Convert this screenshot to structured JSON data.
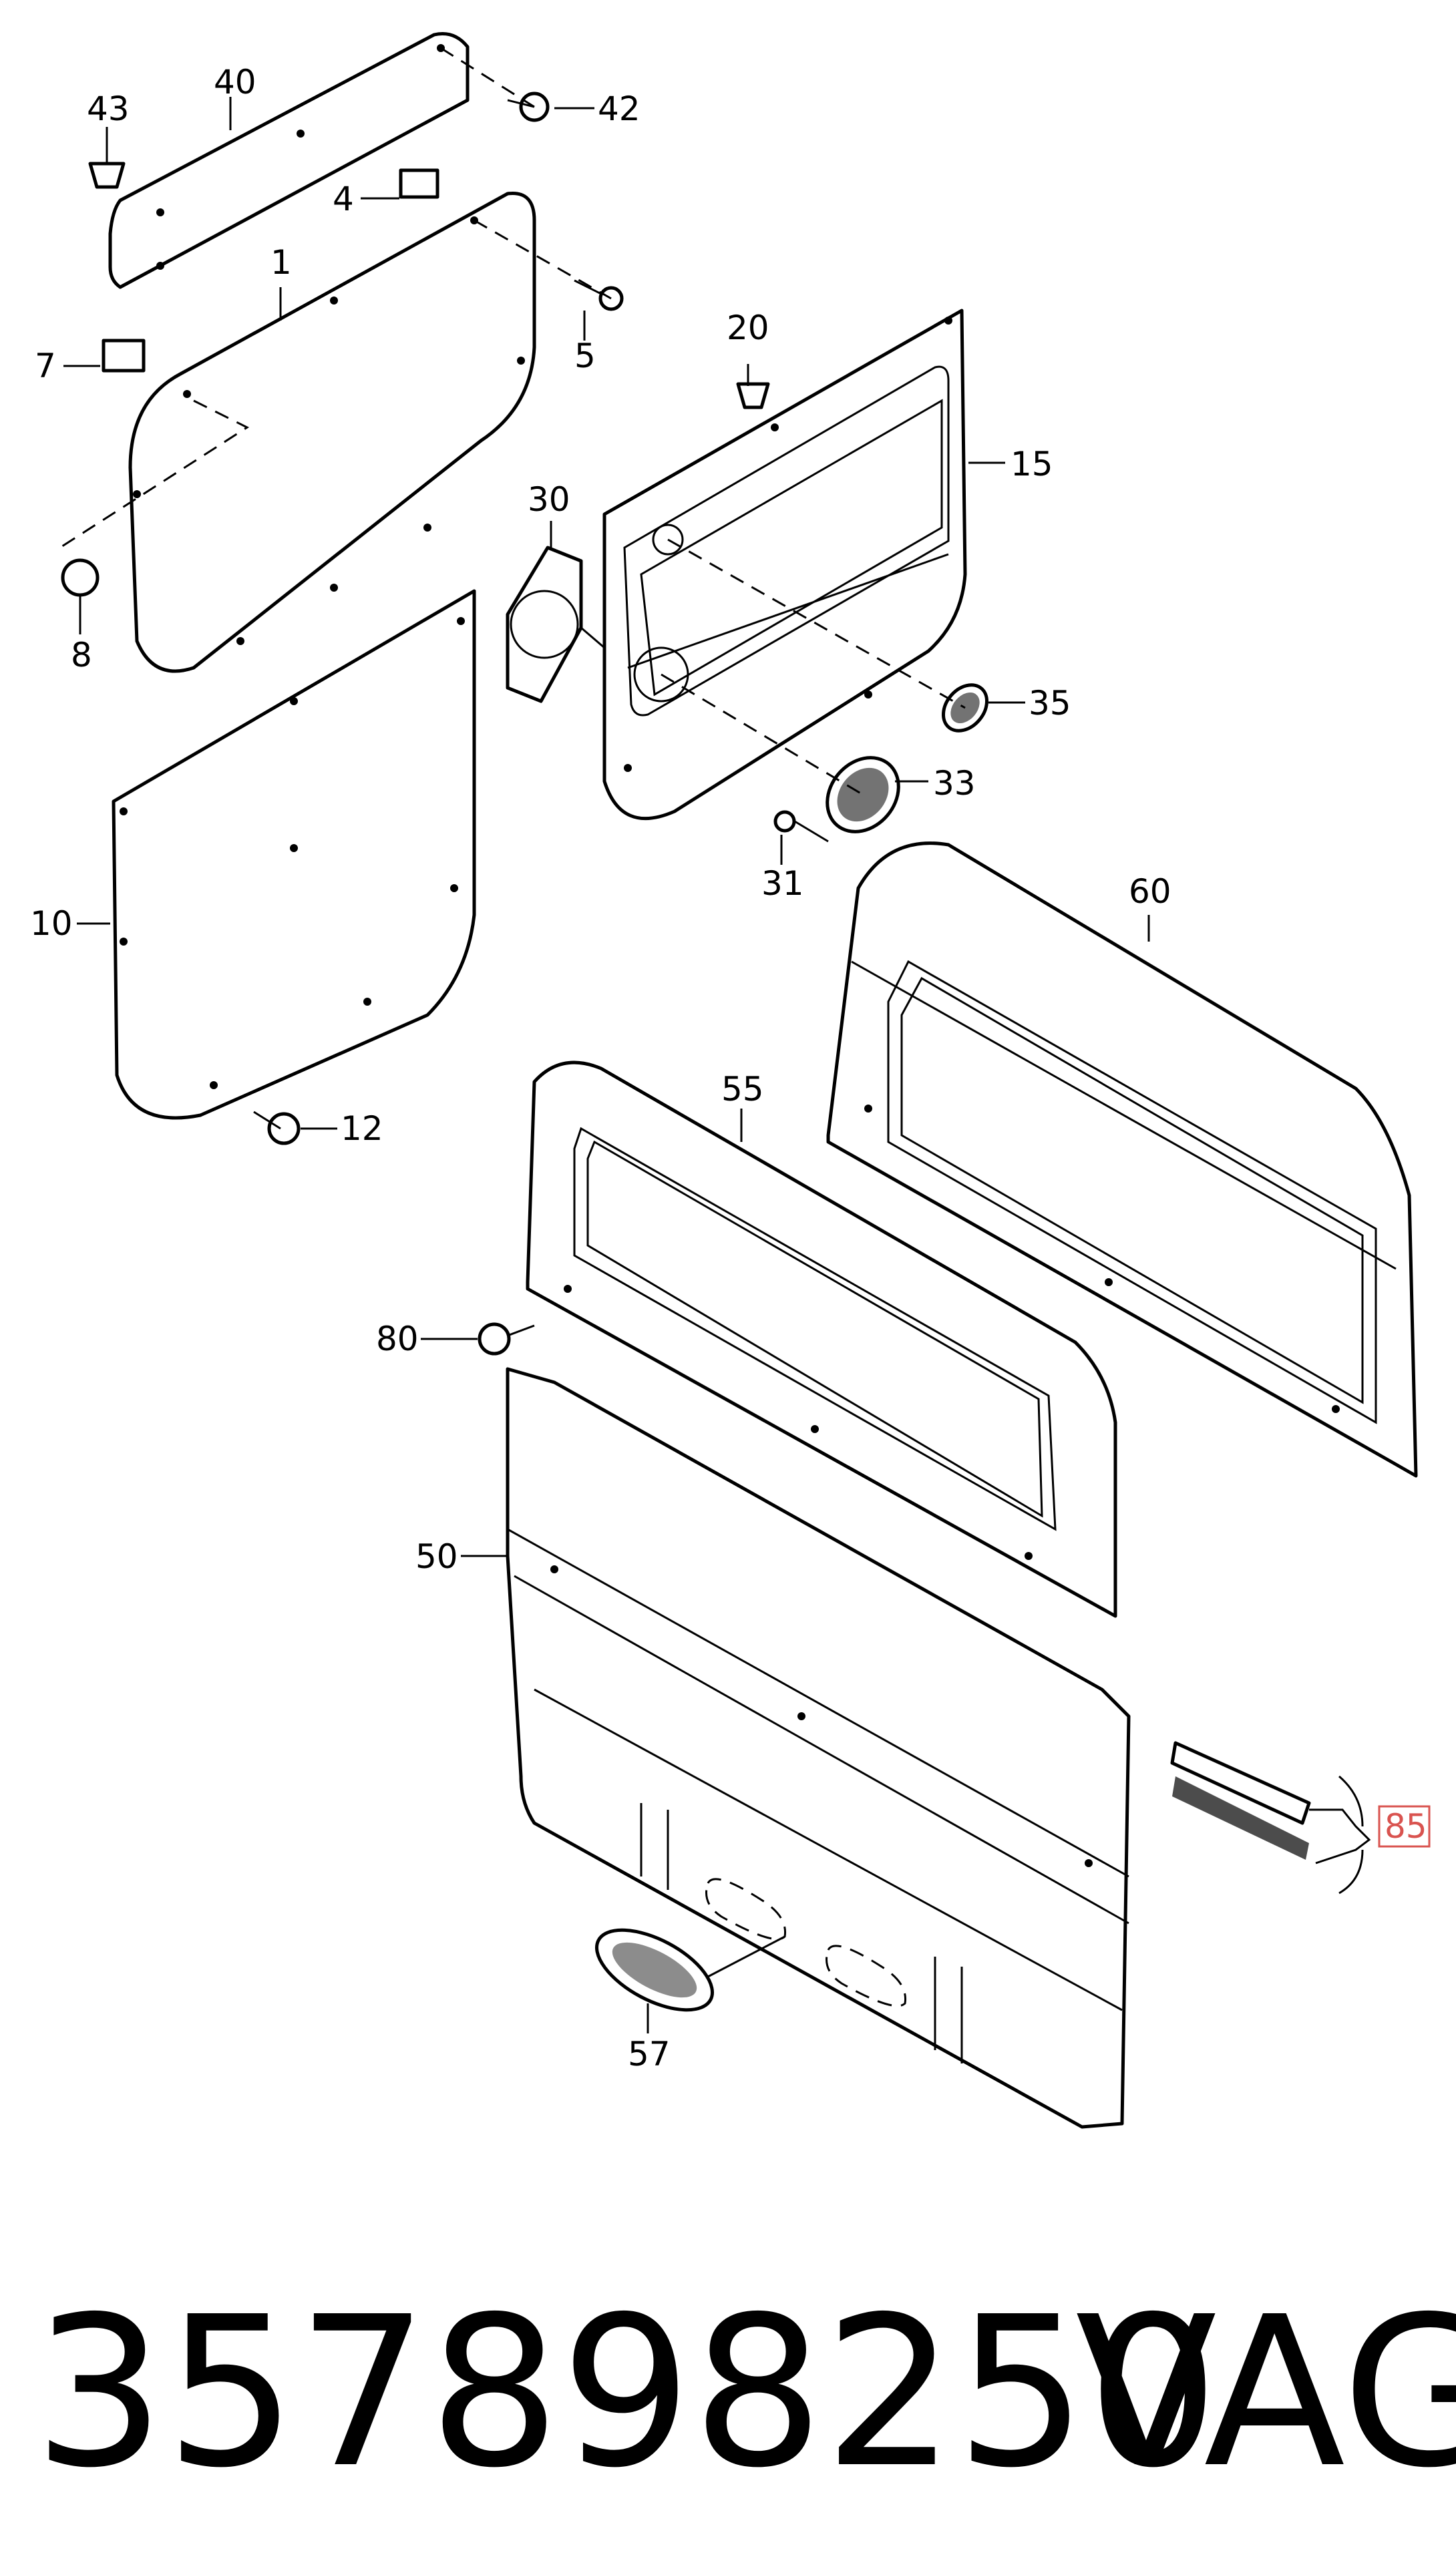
{
  "callouts": {
    "c1": "1",
    "c4": "4",
    "c5": "5",
    "c7": "7",
    "c8": "8",
    "c10": "10",
    "c12": "12",
    "c15": "15",
    "c20": "20",
    "c30": "30",
    "c31": "31",
    "c33": "33",
    "c35": "35",
    "c40": "40",
    "c42": "42",
    "c43": "43",
    "c50": "50",
    "c55": "55",
    "c57": "57",
    "c60": "60",
    "c80": "80",
    "c85": "85"
  },
  "footer": {
    "part_number": "357898250",
    "brand": "VAG"
  },
  "colors": {
    "highlight_callout": "#d9534f",
    "line": "#000000",
    "background": "#ffffff"
  }
}
